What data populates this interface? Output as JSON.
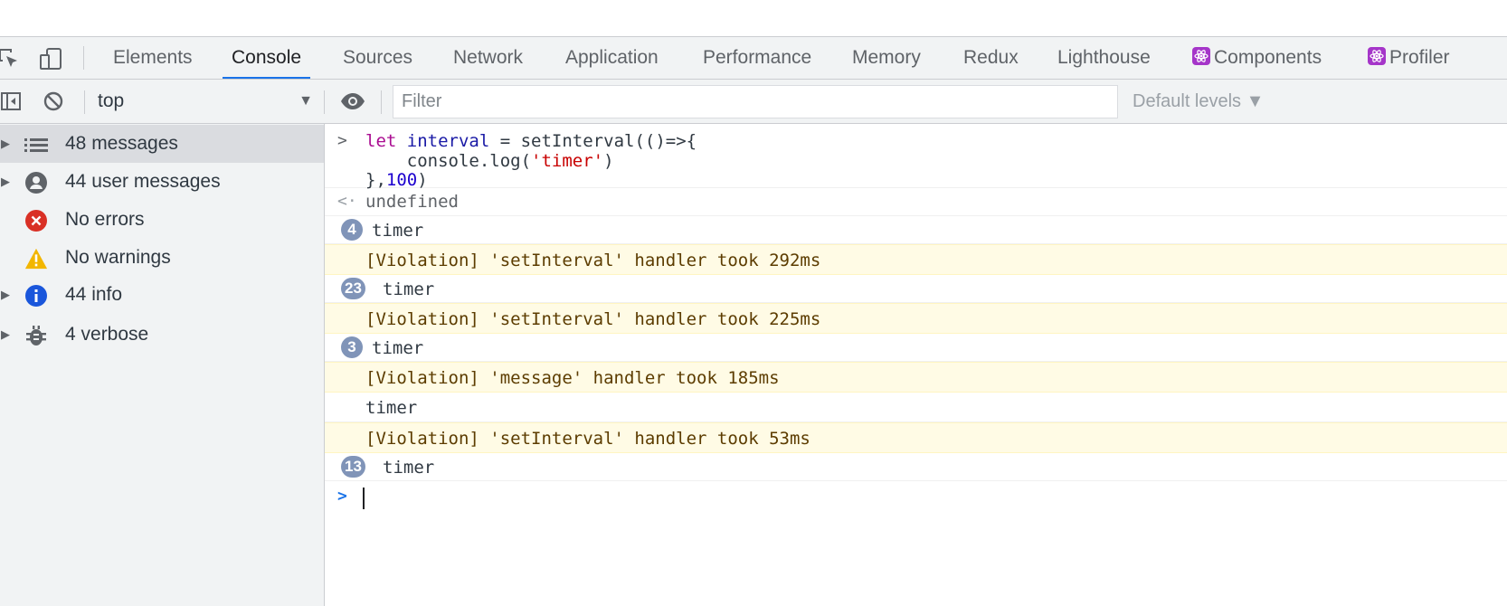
{
  "tabs": [
    {
      "label": "Elements",
      "active": false
    },
    {
      "label": "Console",
      "active": true
    },
    {
      "label": "Sources",
      "active": false
    },
    {
      "label": "Network",
      "active": false
    },
    {
      "label": "Application",
      "active": false
    },
    {
      "label": "Performance",
      "active": false
    },
    {
      "label": "Memory",
      "active": false
    },
    {
      "label": "Redux",
      "active": false
    },
    {
      "label": "Lighthouse",
      "active": false
    },
    {
      "label": "Components",
      "active": false,
      "icon": "react-icon"
    },
    {
      "label": "Profiler",
      "active": false,
      "icon": "react-icon"
    }
  ],
  "toolbar": {
    "context": "top",
    "filter_placeholder": "Filter",
    "levels_label": "Default levels ▼"
  },
  "sidebar": {
    "items": [
      {
        "label": "48 messages",
        "icon": "list-icon",
        "expandable": true,
        "selected": true
      },
      {
        "label": "44 user messages",
        "icon": "user-icon",
        "expandable": true,
        "selected": false
      },
      {
        "label": "No errors",
        "icon": "error-icon",
        "expandable": false,
        "selected": false
      },
      {
        "label": "No warnings",
        "icon": "warning-icon",
        "expandable": false,
        "selected": false
      },
      {
        "label": "44 info",
        "icon": "info-icon",
        "expandable": true,
        "selected": false
      },
      {
        "label": "4 verbose",
        "icon": "bug-icon",
        "expandable": true,
        "selected": false
      }
    ]
  },
  "console": {
    "input_lines": {
      "l1_kw": "let",
      "l1_var": "interval",
      "l1_rest": " = setInterval(()=>{",
      "l2_pre": "    console.log(",
      "l2_str": "'timer'",
      "l2_post": ")",
      "l3_pre": "},",
      "l3_num": "100",
      "l3_post": ")"
    },
    "result": "undefined",
    "messages": [
      {
        "type": "log",
        "count": "4",
        "text": "timer"
      },
      {
        "type": "violation",
        "text": "[Violation] 'setInterval' handler took 292ms"
      },
      {
        "type": "log",
        "count": "23",
        "text": "timer"
      },
      {
        "type": "violation",
        "text": "[Violation] 'setInterval' handler took 225ms"
      },
      {
        "type": "log",
        "count": "3",
        "text": "timer"
      },
      {
        "type": "violation",
        "text": "[Violation] 'message' handler took 185ms"
      },
      {
        "type": "log",
        "count": "",
        "text": "timer"
      },
      {
        "type": "violation",
        "text": "[Violation] 'setInterval' handler took 53ms"
      },
      {
        "type": "log",
        "count": "13",
        "text": "timer"
      }
    ]
  },
  "colors": {
    "accent": "#1a73e8",
    "badge": "#8094b8",
    "warning_bg": "#fffbe5",
    "warning_text": "#5c3c00"
  }
}
